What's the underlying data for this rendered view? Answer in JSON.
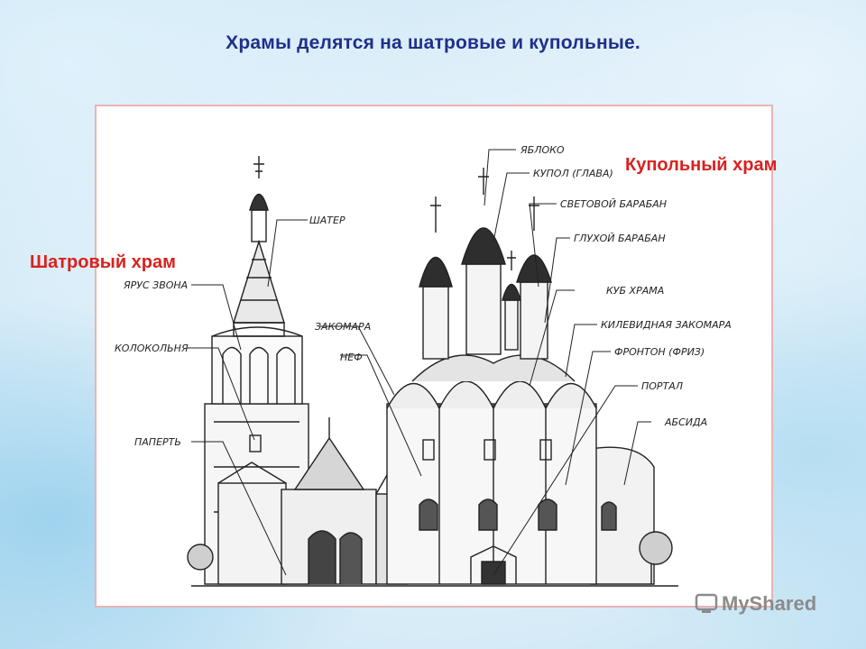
{
  "title": "Храмы делятся на  шатровые и купольные.",
  "labels": {
    "dome_temple": "Купольный храм",
    "tent_temple": "Шатровый храм"
  },
  "diagram": {
    "annotations": [
      "ЯБЛОКО",
      "КУПОЛ (ГЛАВА)",
      "СВЕТОВОЙ БАРАБАН",
      "ГЛУХОЙ БАРАБАН",
      "КУБ ХРАМА",
      "КИЛЕВИДНАЯ ЗАКОМАРА",
      "ФРОНТОН (ФРИЗ)",
      "ПОРТАЛ",
      "АБСИДА",
      "ШАТЕР",
      "ЯРУС ЗВОНА",
      "КОЛОКОЛЬНЯ",
      "ПАПЕРТЬ",
      "ЗАКОМАРА",
      "НЕФ"
    ]
  },
  "watermark": "MyShared",
  "colors": {
    "title": "#1f2f8a",
    "side_labels": "#d9211e",
    "panel_border": "#e8b4b4"
  }
}
